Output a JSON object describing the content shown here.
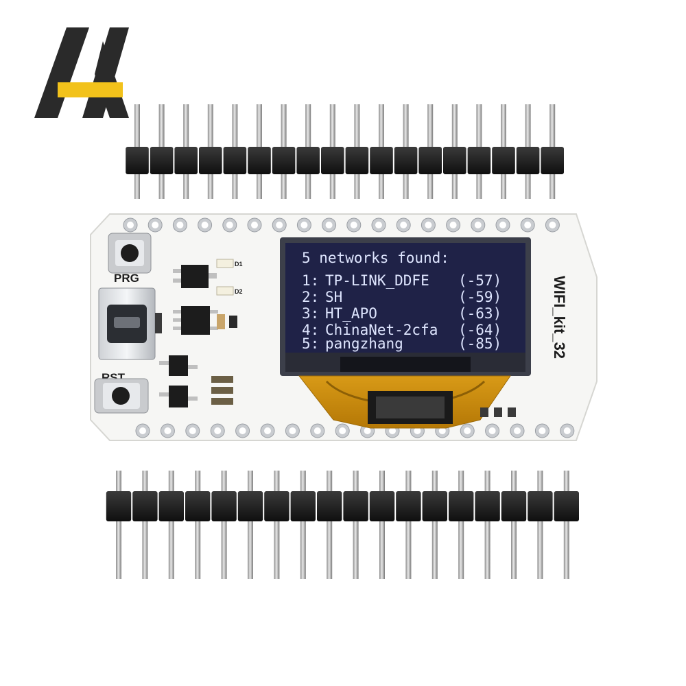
{
  "brand": {
    "logo_mark": "A",
    "logo_colors": {
      "dark": "#2a2a2a",
      "accent": "#f2c21b"
    }
  },
  "board": {
    "name": "WIFI_kit_32",
    "prg_label": "PRG",
    "rst_label": "RST",
    "led1_label": "D1",
    "led2_label": "D2",
    "pcb_color": "#f6f6f4",
    "header_pins_per_row": 18
  },
  "oled": {
    "header": "5 networks found:",
    "networks": [
      {
        "index": "1:",
        "ssid": "TP-LINK_DDFE",
        "rssi": "(-57)"
      },
      {
        "index": "2:",
        "ssid": "SH",
        "rssi": "(-59)"
      },
      {
        "index": "3:",
        "ssid": "HT_APO",
        "rssi": "(-63)"
      },
      {
        "index": "4:",
        "ssid": "ChinaNet-2cfa",
        "rssi": "(-64)"
      },
      {
        "index": "5:",
        "ssid": "pangzhang",
        "rssi": "(-85)"
      }
    ],
    "panel_color": "#1f2247",
    "text_color": "#dfe6ff"
  }
}
